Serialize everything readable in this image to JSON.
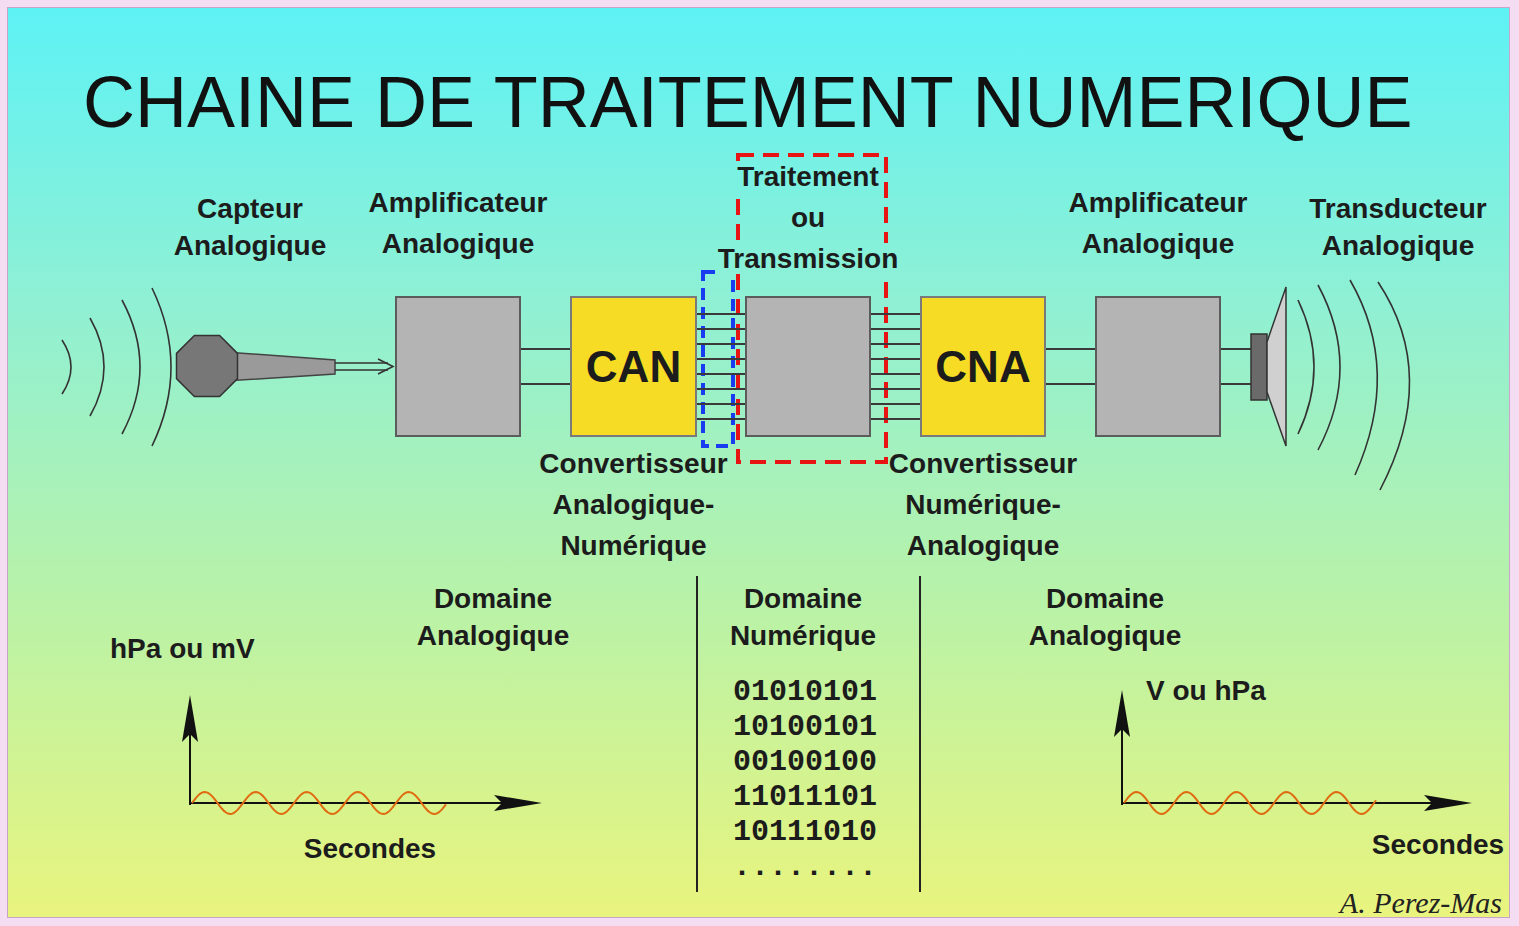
{
  "diagram": {
    "title": "CHAINE DE TRAITEMENT NUMERIQUE",
    "nodes": [
      {
        "text": [
          "Amplificateur Analogique"
        ]
      },
      {
        "text": [
          "CAN",
          "Convertisseur Analogique- Numérique"
        ]
      },
      {
        "text": [
          "Traitement ou Transmission"
        ]
      },
      {
        "text": [
          "CNA",
          "Convertisseur Numérique- Analogique"
        ]
      },
      {
        "text": [
          "Amplificateur Analogique"
        ]
      }
    ],
    "edges": [
      {
        "from": 0,
        "to": 1,
        "arrow": "none"
      },
      {
        "from": 1,
        "to": 2,
        "arrow": "none"
      },
      {
        "from": 2,
        "to": 3,
        "arrow": "none"
      },
      {
        "from": 3,
        "to": 4,
        "arrow": "none"
      }
    ],
    "labels": [
      "Capteur Analogique",
      "Transducteur Analogique",
      "Domaine Analogique",
      "Domaine Numérique",
      "Domaine Analogique",
      "hPa ou mV",
      "V ou hPa",
      "01010101",
      "10100101",
      "00100100",
      "11011101",
      "10111010",
      "........",
      "Secondes",
      "Secondes",
      "A. Perez-Mas"
    ]
  }
}
